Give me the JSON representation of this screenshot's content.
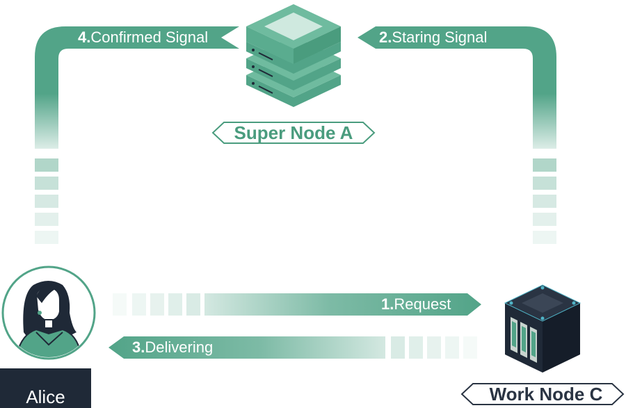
{
  "arrows": {
    "confirmed": {
      "num": "4.",
      "text": "Confirmed Signal"
    },
    "staring": {
      "num": "2.",
      "text": "Staring Signal"
    },
    "request": {
      "num": "1.",
      "text": "Request"
    },
    "delivering": {
      "num": "3.",
      "text": "Delivering"
    }
  },
  "nodes": {
    "super_node": "Super Node A",
    "work_node": "Work Node C",
    "user": "Alice"
  },
  "colors": {
    "accent": "#52a488",
    "dark": "#1f2937",
    "label_green": "#4a9c7e"
  },
  "icons": [
    "super-node-server-icon",
    "work-node-server-icon",
    "alice-avatar-icon"
  ]
}
